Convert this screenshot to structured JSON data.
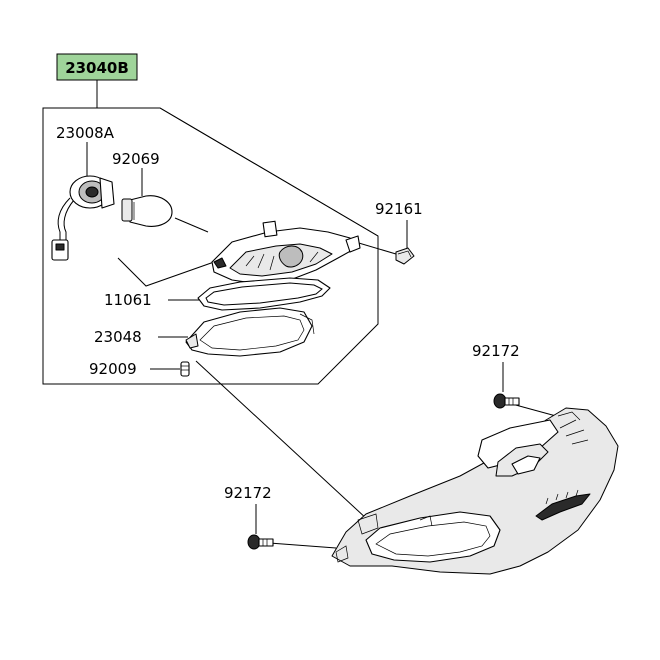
{
  "highlight_color": "#9fd49a",
  "labels": {
    "assembly": "23040B",
    "socket": "23008A",
    "bulb": "92069",
    "cap": "92161",
    "gasket": "11061",
    "lens": "23048",
    "screw": "92009",
    "bolt_top": "92172",
    "bolt_left": "92172"
  }
}
